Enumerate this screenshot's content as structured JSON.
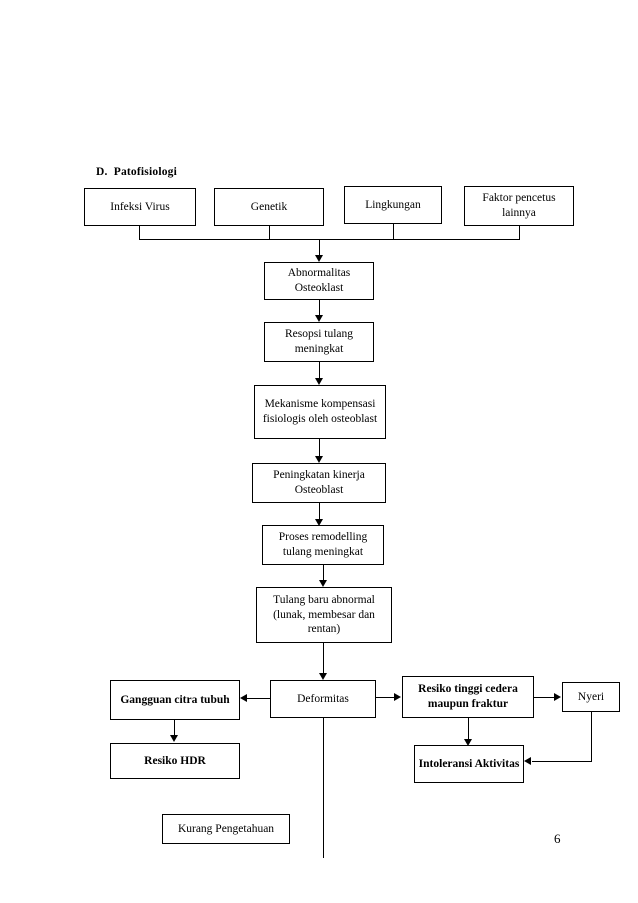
{
  "document": {
    "section_heading": "D.  Patofisiologi",
    "page_number": "6"
  },
  "diagram": {
    "type": "flowchart",
    "nodes": [
      {
        "id": "infeksi_virus",
        "label": "Infeksi Virus",
        "bold": false
      },
      {
        "id": "genetik",
        "label": "Genetik",
        "bold": false
      },
      {
        "id": "lingkungan",
        "label": "Lingkungan",
        "bold": false
      },
      {
        "id": "faktor_pencetus",
        "label": "Faktor pencetus lainnya",
        "bold": false
      },
      {
        "id": "abnormalitas",
        "label": "Abnormalitas Osteoklast",
        "bold": false
      },
      {
        "id": "resopsi",
        "label": "Resopsi tulang meningkat",
        "bold": false
      },
      {
        "id": "mekanisme",
        "label": "Mekanisme kompensasi fisiologis oleh osteoblast",
        "bold": false
      },
      {
        "id": "peningkatan",
        "label": "Peningkatan kinerja Osteoblast",
        "bold": false
      },
      {
        "id": "remodelling",
        "label": "Proses remodelling tulang meningkat",
        "bold": false
      },
      {
        "id": "tulang_baru",
        "label": "Tulang baru abnormal (lunak, membesar dan rentan)",
        "bold": false
      },
      {
        "id": "gangguan_citra",
        "label": "Gangguan citra tubuh",
        "bold": true
      },
      {
        "id": "deformitas",
        "label": "Deformitas",
        "bold": false
      },
      {
        "id": "resiko_tinggi",
        "label": "Resiko tinggi cedera maupun fraktur",
        "bold": true
      },
      {
        "id": "nyeri",
        "label": "Nyeri",
        "bold": false
      },
      {
        "id": "resiko_hdr",
        "label": "Resiko HDR",
        "bold": true
      },
      {
        "id": "intoleransi",
        "label": "Intoleransi Aktivitas",
        "bold": true
      },
      {
        "id": "kurang_pengetahuan",
        "label": "Kurang Pengetahuan",
        "bold": false
      }
    ],
    "edges": [
      {
        "from": "infeksi_virus",
        "to": "abnormalitas"
      },
      {
        "from": "genetik",
        "to": "abnormalitas"
      },
      {
        "from": "lingkungan",
        "to": "abnormalitas"
      },
      {
        "from": "faktor_pencetus",
        "to": "abnormalitas"
      },
      {
        "from": "abnormalitas",
        "to": "resopsi"
      },
      {
        "from": "resopsi",
        "to": "mekanisme"
      },
      {
        "from": "mekanisme",
        "to": "peningkatan"
      },
      {
        "from": "peningkatan",
        "to": "remodelling"
      },
      {
        "from": "remodelling",
        "to": "tulang_baru"
      },
      {
        "from": "tulang_baru",
        "to": "deformitas"
      },
      {
        "from": "deformitas",
        "to": "gangguan_citra"
      },
      {
        "from": "deformitas",
        "to": "resiko_tinggi"
      },
      {
        "from": "gangguan_citra",
        "to": "resiko_hdr"
      },
      {
        "from": "resiko_tinggi",
        "to": "nyeri"
      },
      {
        "from": "resiko_tinggi",
        "to": "intoleransi"
      },
      {
        "from": "nyeri",
        "to": "intoleransi"
      },
      {
        "from": "deformitas",
        "to": "kurang_pengetahuan"
      }
    ]
  }
}
